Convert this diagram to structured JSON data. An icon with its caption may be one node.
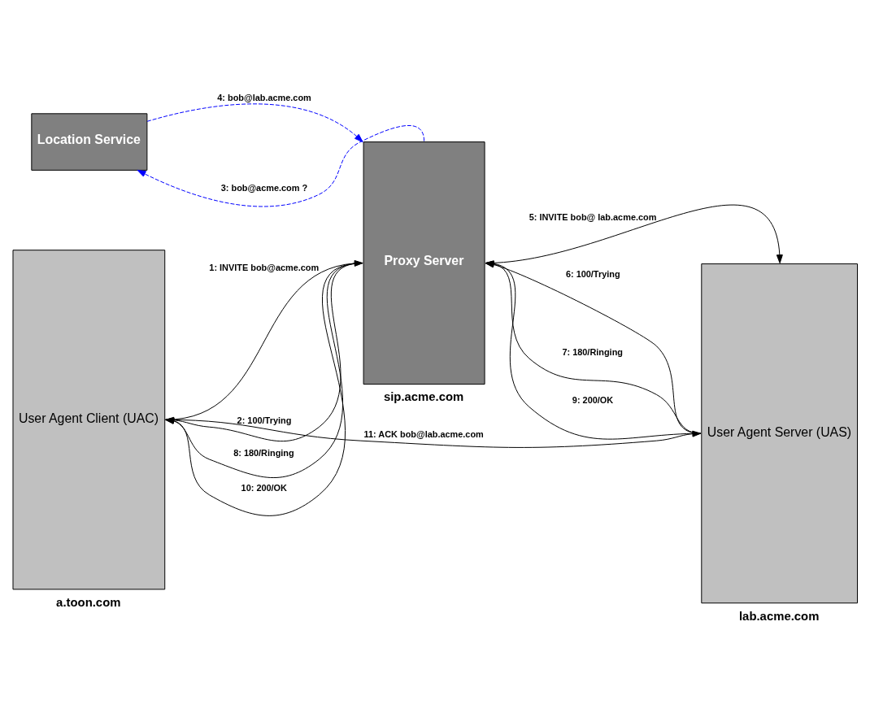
{
  "diagram": {
    "nodes": [
      {
        "text": [
          "Location Service"
        ]
      },
      {
        "text": [
          "User Agent Client (UAC)"
        ],
        "beside": [
          "a.toon.com"
        ]
      },
      {
        "text": [
          "Proxy Server"
        ],
        "beside": [
          "sip.acme.com"
        ]
      },
      {
        "text": [
          "User Agent Server (UAS)"
        ],
        "beside": [
          "lab.acme.com"
        ]
      }
    ],
    "edges": [
      {
        "from": 1,
        "to": 2,
        "arrow": "to",
        "label": "1: INVITE bob@acme.com"
      },
      {
        "from": 2,
        "to": 1,
        "arrow": "to",
        "label": "2: 100/Trying"
      },
      {
        "from": 2,
        "to": 0,
        "arrow": "to",
        "label": "3: bob@acme.com ?",
        "style": "dashed",
        "color": "#0000ff"
      },
      {
        "from": 0,
        "to": 2,
        "arrow": "to",
        "label": "4: bob@lab.acme.com",
        "style": "dashed",
        "color": "#0000ff"
      },
      {
        "from": 2,
        "to": 3,
        "arrow": "to",
        "label": "5: INVITE bob@ lab.acme.com"
      },
      {
        "from": 3,
        "to": 2,
        "arrow": "to",
        "label": "6: 100/Trying"
      },
      {
        "from": 3,
        "to": 2,
        "arrow": "to",
        "label": "7: 180/Ringing"
      },
      {
        "from": 2,
        "to": 1,
        "arrow": "to",
        "label": "8: 180/Ringing"
      },
      {
        "from": 3,
        "to": 2,
        "arrow": "to",
        "label": "9: 200/OK"
      },
      {
        "from": 2,
        "to": 1,
        "arrow": "to",
        "label": "10: 200/OK"
      },
      {
        "from": 1,
        "to": 3,
        "arrow": "to",
        "label": "11: ACK bob@lab.acme.com"
      }
    ]
  }
}
